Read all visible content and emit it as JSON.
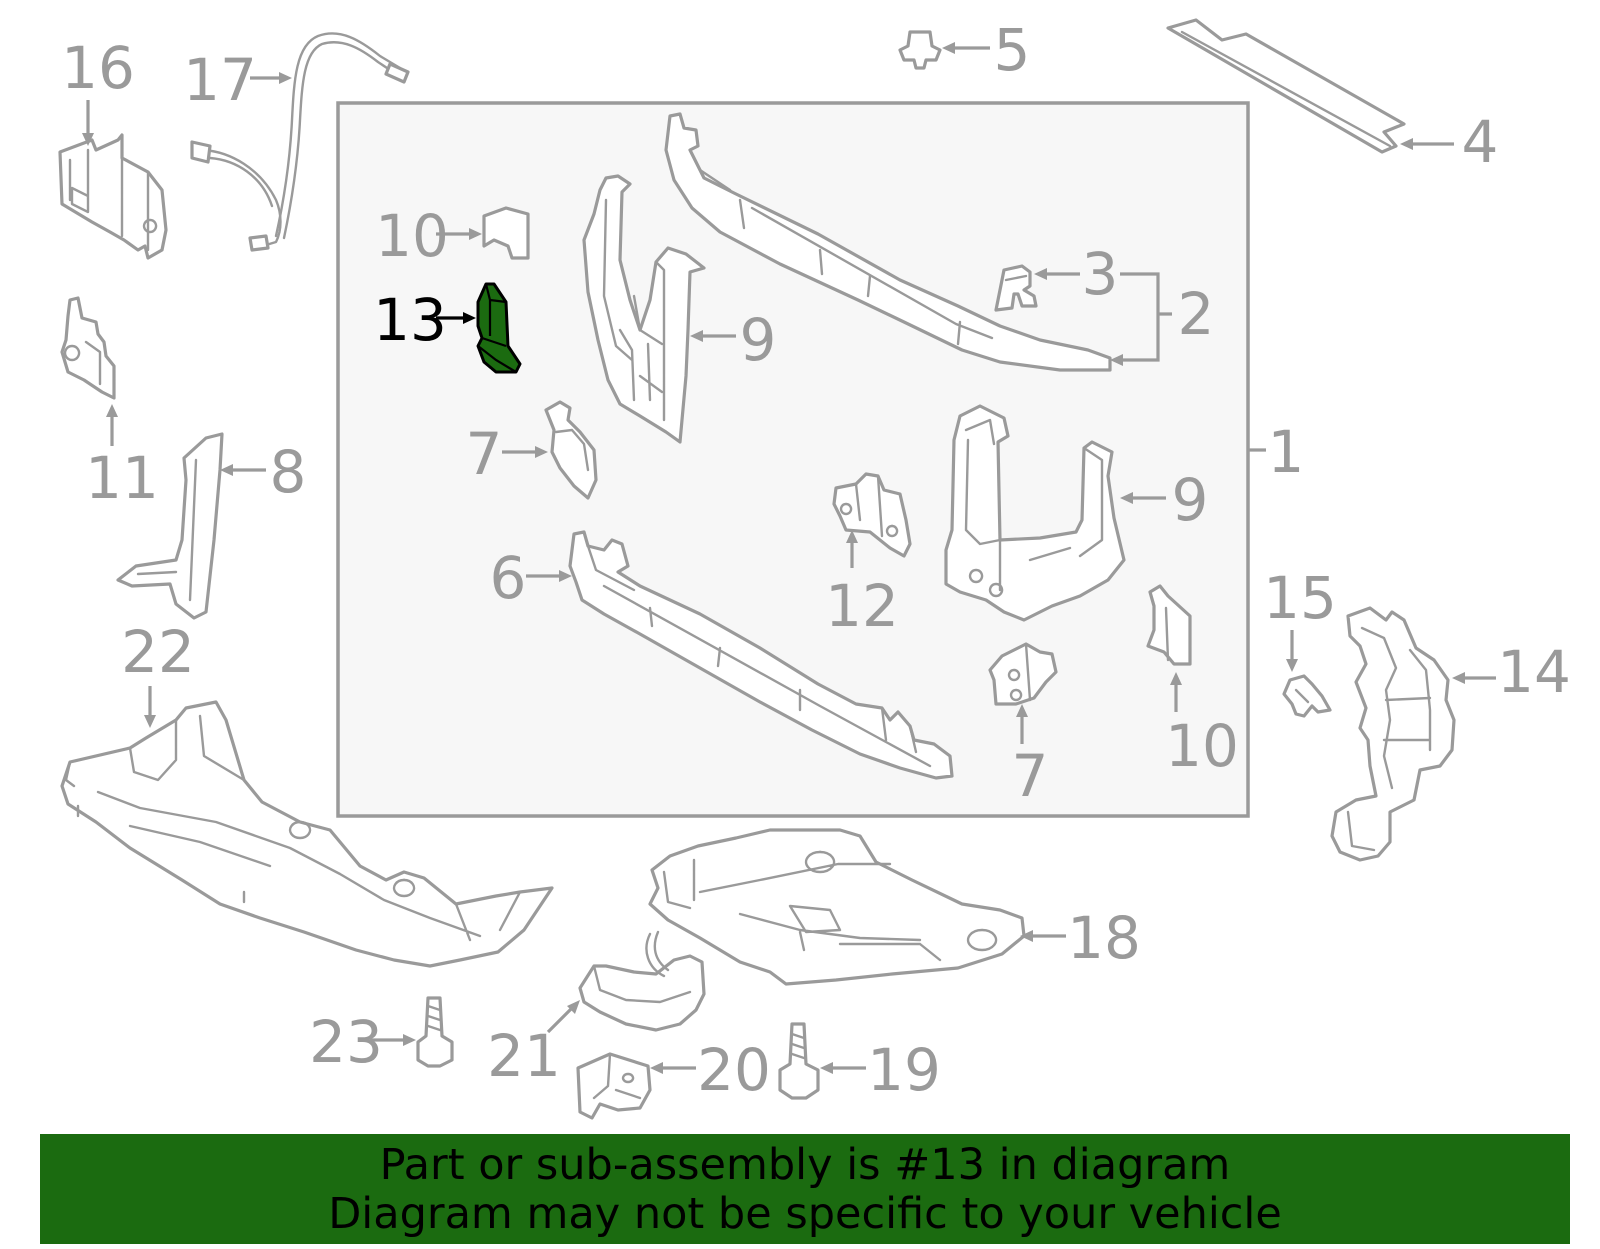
{
  "diagram": {
    "highlight_color": "#1b6b10",
    "line_color": "#9a9a9a",
    "highlighted_part": "13",
    "callouts": {
      "c1": "1",
      "c2": "2",
      "c3": "3",
      "c4": "4",
      "c5": "5",
      "c6": "6",
      "c7a": "7",
      "c7b": "7",
      "c8": "8",
      "c9a": "9",
      "c9b": "9",
      "c10a": "10",
      "c10b": "10",
      "c11": "11",
      "c12": "12",
      "c13": "13",
      "c14": "14",
      "c15": "15",
      "c16": "16",
      "c17": "17",
      "c18": "18",
      "c19": "19",
      "c20": "20",
      "c21": "21",
      "c22": "22",
      "c23": "23"
    }
  },
  "banner": {
    "line1": "Part or sub-assembly is #13 in diagram",
    "line2": "Diagram may not be specific to your vehicle",
    "background": "#1b6b10"
  }
}
